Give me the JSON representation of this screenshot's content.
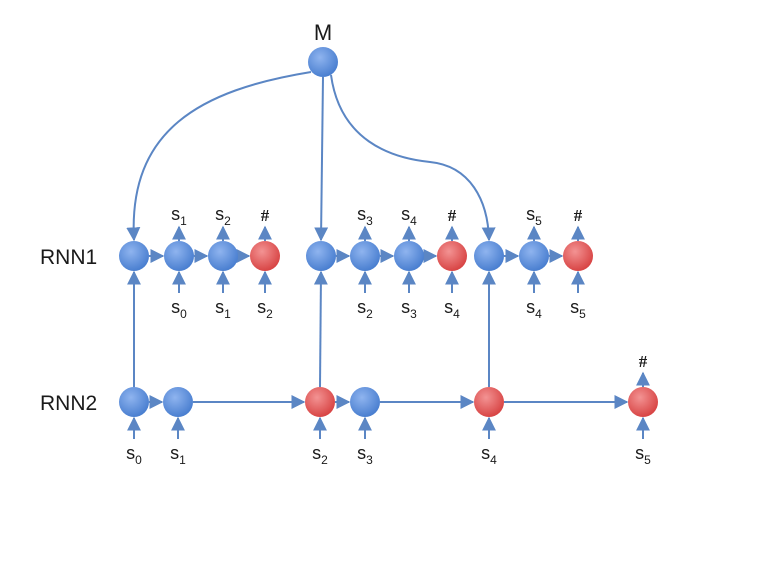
{
  "colors": {
    "blue_node": "#5b8fdc",
    "red_node": "#e65a5a",
    "edge": "#5b86c4",
    "text": "#1a1a1a"
  },
  "top_node": {
    "label": "M"
  },
  "rows": {
    "rnn1": "RNN1",
    "rnn2": "RNN2"
  },
  "end_symbol": "#",
  "symbol_base": "s",
  "rnn1": {
    "segments": [
      {
        "nodes": [
          "blue",
          "blue",
          "blue",
          "red"
        ],
        "outputs": [
          null,
          "1",
          "2",
          "#"
        ],
        "inputs": [
          null,
          "0",
          "1",
          "2"
        ]
      },
      {
        "nodes": [
          "blue",
          "blue",
          "blue",
          "red"
        ],
        "outputs": [
          null,
          "3",
          "4",
          "#"
        ],
        "inputs": [
          null,
          "2",
          "3",
          "4"
        ]
      },
      {
        "nodes": [
          "blue",
          "blue",
          "red"
        ],
        "outputs": [
          null,
          "5",
          "#"
        ],
        "inputs": [
          null,
          "4",
          "5"
        ]
      }
    ]
  },
  "rnn2": {
    "nodes": [
      "blue",
      "blue",
      "red",
      "blue",
      "red",
      "red"
    ],
    "inputs": [
      "0",
      "1",
      "2",
      "3",
      "4",
      "5"
    ],
    "outputs": [
      null,
      null,
      null,
      null,
      null,
      "#"
    ]
  }
}
